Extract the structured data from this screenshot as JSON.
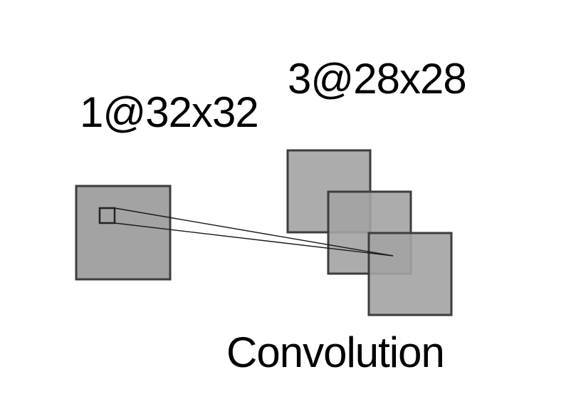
{
  "diagram": {
    "input_layer": {
      "label": "1@32x32",
      "maps": 1
    },
    "output_layer": {
      "label": "3@28x28",
      "maps": 3
    },
    "operation": {
      "label": "Convolution"
    },
    "colors": {
      "map_fill": "#a3a3a3",
      "map_stroke": "#3d3d3d",
      "line": "#1a1a1a",
      "text": "#000000",
      "background": "#ffffff"
    }
  }
}
